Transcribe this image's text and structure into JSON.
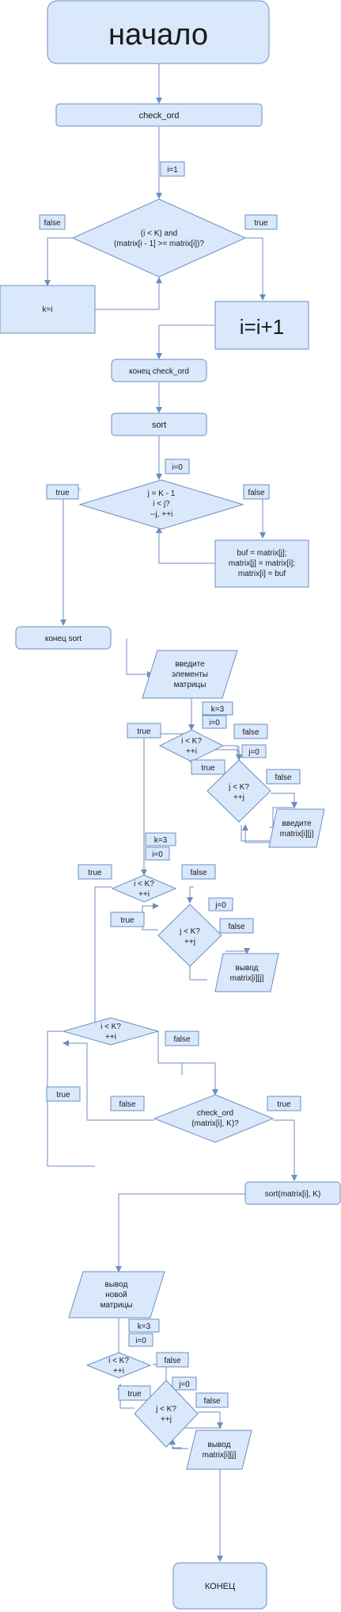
{
  "nodes": {
    "start": "начало",
    "check_ord": "check_ord",
    "i1": "i=1",
    "cond1": [
      "(i < K) and",
      "(matrix[i - 1] >= matrix[i])?"
    ],
    "false1": "false",
    "true1": "true",
    "k_eq_i": "k=i",
    "i_inc": "i=i+1",
    "end_check_ord": "конец check_ord",
    "sort": "sort",
    "i0": "i=0",
    "cond2": [
      "j = K - 1",
      "i < j?",
      "--j, ++i"
    ],
    "true2": "true",
    "false2": "false",
    "swap": [
      "buf = matrix[j];",
      "matrix[j] = matrix[i];",
      "matrix[i] = buf"
    ],
    "end_sort": "конец sort",
    "input_prompt": [
      "введите",
      "элементы",
      "матрицы"
    ],
    "k3_a": "k=3",
    "i0_a": "i=0",
    "true_a": "true",
    "false_a": "false",
    "loop_i_a": [
      "i < K?",
      "++i"
    ],
    "j0_a": "j=0",
    "true_b": "true",
    "false_b": "false",
    "loop_j_a": [
      "j < K?",
      "++j"
    ],
    "input_cell": [
      "введите",
      "matrix[i][j]"
    ],
    "k3_b": "k=3",
    "i0_b": "i=0",
    "true_c": "true",
    "false_c": "false",
    "loop_i_b": [
      "i < K?",
      "++i"
    ],
    "j0_b": "j=0",
    "true_d": "true",
    "false_d": "false",
    "loop_j_b": [
      "j < K?",
      "++j"
    ],
    "output_cell_a": [
      "вывод",
      "matrix[i][j]"
    ],
    "loop_i_c": [
      "i < K?",
      "++i"
    ],
    "false_e": "false",
    "true_e": "true",
    "false_f": "false",
    "cond_check": [
      "check_ord",
      "(matrix[i], K)?"
    ],
    "true_f": "true",
    "sort_call": "sort(matrix[i], K)",
    "output_new": [
      "вывод",
      "новой",
      "матрицы"
    ],
    "k3_c": "k=3",
    "i0_c": "i=0",
    "loop_i_d": [
      "i < K?",
      "++i"
    ],
    "false_g": "false",
    "true_g": "true",
    "j0_c": "j=0",
    "false_h": "false",
    "loop_j_d": [
      "j < K?",
      "++j"
    ],
    "output_cell_b": [
      "вывод",
      "matrix[i][j]"
    ],
    "end": "КОНЕЦ"
  },
  "colors": {
    "fill": "#dae8fc",
    "stroke": "#6c8ebf"
  }
}
